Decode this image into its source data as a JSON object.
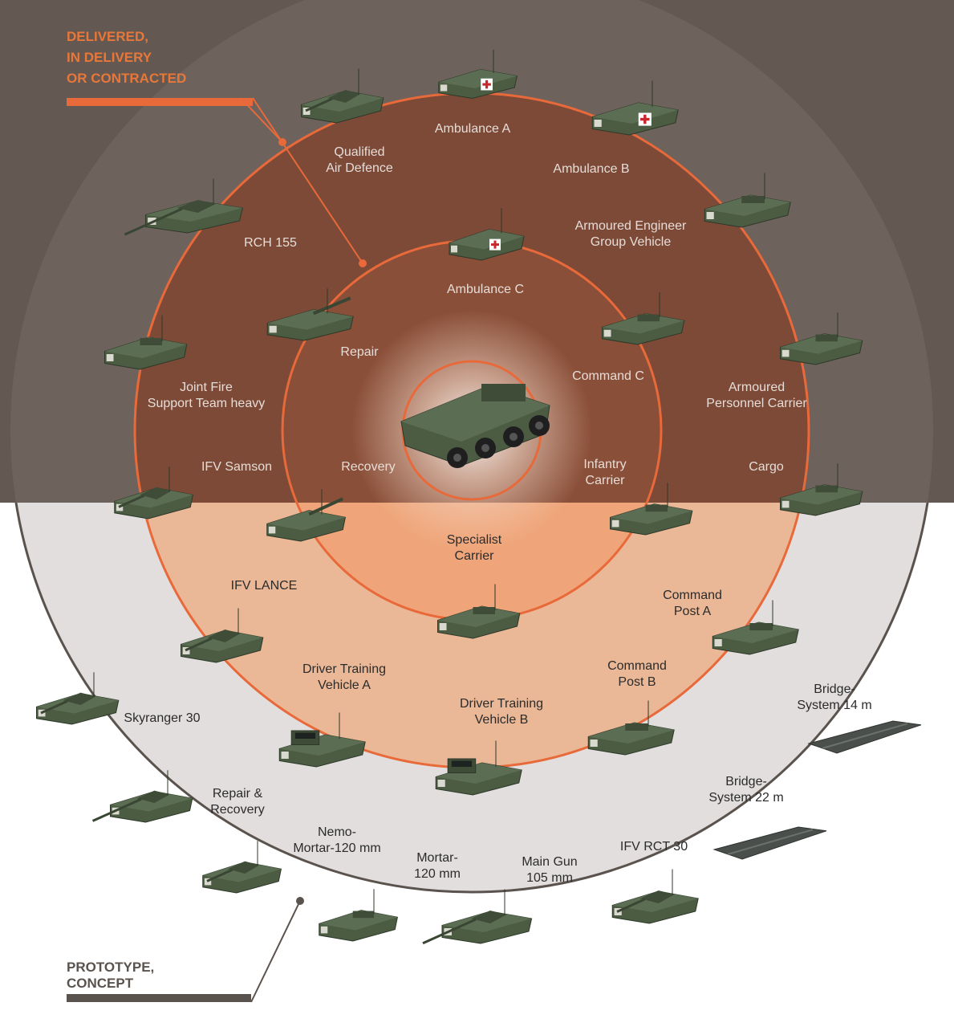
{
  "legend": {
    "delivered": [
      "DELIVERED,",
      "IN DELIVERY",
      "OR CONTRACTED"
    ],
    "prototype": [
      "PROTOTYPE,",
      "CONCEPT"
    ]
  },
  "colors": {
    "background_top": "#645852",
    "background_bottom": "#ffffff",
    "disc_light": "#e1dedd",
    "ring_outer_fill": "#7c4a37",
    "ring_stroke": "#e8693a",
    "legend_delivered": "#e8773a",
    "legend_prototype": "#5a524d",
    "vehicle": "#4b5c43"
  },
  "center": {
    "vehicle": "Boxer drive module",
    "icon": "wheeled-vehicle-icon"
  },
  "vehicles": [
    {
      "id": "qualified-air-defence",
      "lines": [
        "Qualified",
        "Air Defence"
      ]
    },
    {
      "id": "ambulance-a",
      "lines": [
        "Ambulance A"
      ]
    },
    {
      "id": "ambulance-b",
      "lines": [
        "Ambulance B"
      ]
    },
    {
      "id": "rch-155",
      "lines": [
        "RCH 155"
      ]
    },
    {
      "id": "armoured-engineer-group-vehicle",
      "lines": [
        "Armoured Engineer",
        "Group Vehicle"
      ]
    },
    {
      "id": "ambulance-c",
      "lines": [
        "Ambulance C"
      ]
    },
    {
      "id": "repair",
      "lines": [
        "Repair"
      ]
    },
    {
      "id": "command-c",
      "lines": [
        "Command C"
      ]
    },
    {
      "id": "joint-fire-support-team-heavy",
      "lines": [
        "Joint Fire",
        "Support Team heavy"
      ]
    },
    {
      "id": "armoured-personnel-carrier",
      "lines": [
        "Armoured",
        "Personnel Carrier"
      ]
    },
    {
      "id": "ifv-samson",
      "lines": [
        "IFV Samson"
      ]
    },
    {
      "id": "recovery",
      "lines": [
        "Recovery"
      ]
    },
    {
      "id": "infantry-carrier",
      "lines": [
        "Infantry",
        "Carrier"
      ]
    },
    {
      "id": "cargo",
      "lines": [
        "Cargo"
      ]
    },
    {
      "id": "specialist-carrier",
      "lines": [
        "Specialist",
        "Carrier"
      ]
    },
    {
      "id": "ifv-lance",
      "lines": [
        "IFV LANCE"
      ]
    },
    {
      "id": "command-post-a",
      "lines": [
        "Command",
        "Post A"
      ]
    },
    {
      "id": "driver-training-vehicle-a",
      "lines": [
        "Driver Training",
        "Vehicle A"
      ]
    },
    {
      "id": "command-post-b",
      "lines": [
        "Command",
        "Post B"
      ]
    },
    {
      "id": "driver-training-vehicle-b",
      "lines": [
        "Driver Training",
        "Vehicle B"
      ]
    },
    {
      "id": "skyranger-30",
      "lines": [
        "Skyranger 30"
      ]
    },
    {
      "id": "bridge-system-14m",
      "lines": [
        "Bridge-",
        "System 14 m"
      ]
    },
    {
      "id": "bridge-system-22m",
      "lines": [
        "Bridge-",
        "System 22 m"
      ]
    },
    {
      "id": "repair-and-recovery",
      "lines": [
        "Repair &",
        "Recovery"
      ]
    },
    {
      "id": "nemo-mortar-120mm",
      "lines": [
        "Nemo-",
        "Mortar-120 mm"
      ]
    },
    {
      "id": "mortar-120mm",
      "lines": [
        "Mortar-",
        "120 mm"
      ]
    },
    {
      "id": "main-gun-105mm",
      "lines": [
        "Main Gun",
        "105 mm"
      ]
    },
    {
      "id": "ifv-rct-30",
      "lines": [
        "IFV RCT 30"
      ]
    }
  ]
}
